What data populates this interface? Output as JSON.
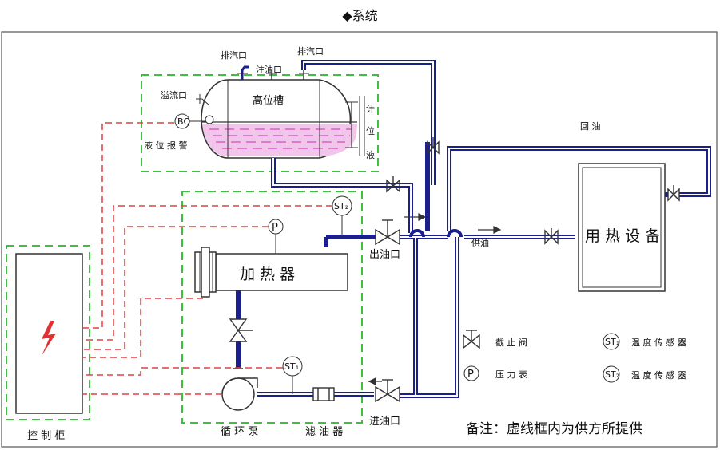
{
  "title": "◆系统",
  "labels": {
    "vent1": "排汽口",
    "vent2": "排汽口",
    "oil_inlet_fill": "注油口",
    "overflow": "溢流口",
    "tank": "高位槽",
    "level_alarm": "液 位 报 警",
    "level_gauge_1": "计",
    "level_gauge_2": "位",
    "level_gauge_3": "液",
    "return_oil": "回 油",
    "supply_oil": "供油",
    "equipment": "用 热 设 备",
    "heater": "加 热 器",
    "outlet": "出油口",
    "inlet": "进油口",
    "pump": "循 环 泵",
    "filter": "滤 油 器",
    "cabinet": "控 制 柜",
    "st2_inline": "ST₂",
    "st1_inline": "ST₁",
    "p_inline": "P",
    "bq": "BQ"
  },
  "legend": {
    "valve": "截 止 阀",
    "pressure": "压 力 表",
    "st1": "温 度 传 感 器",
    "st2": "温 度 传 感 器",
    "p_symbol": "P",
    "st1_symbol": "ST₁",
    "st2_symbol": "ST₂"
  },
  "note": "备注：虚线框内为供方所提供",
  "colors": {
    "pipe": "#1a1f8c",
    "dashed_box": "#3fbf3f",
    "signal": "#e04040",
    "oil": "#d04fc0",
    "border": "#555555"
  }
}
